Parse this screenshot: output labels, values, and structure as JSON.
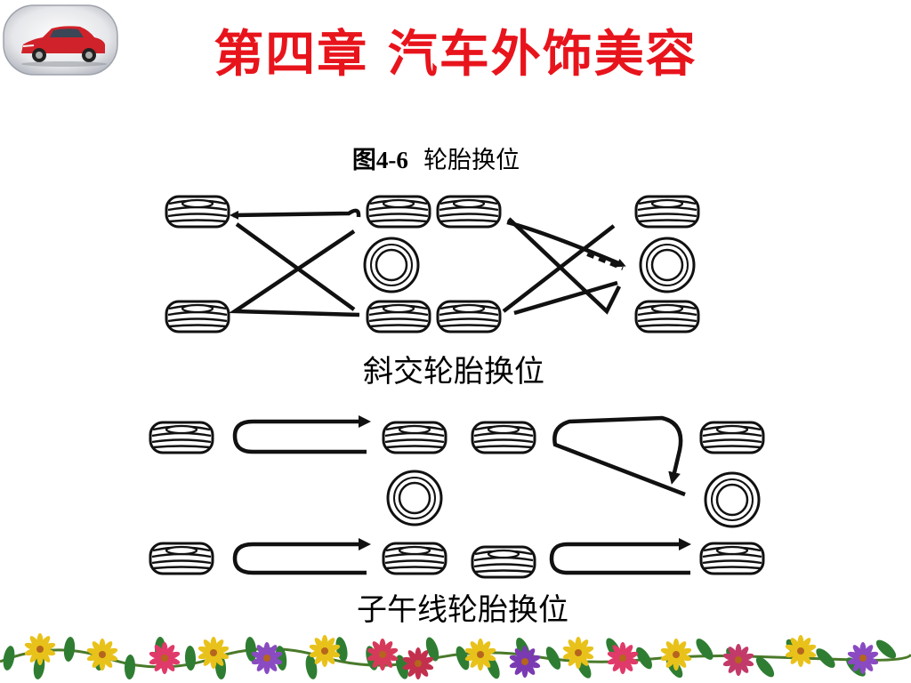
{
  "slide": {
    "title": "第四章  汽车外饰美容",
    "figure_number": "图4-6",
    "figure_title": "轮胎换位",
    "cross_label": "斜交轮胎换位",
    "radial_label": "子午线轮胎换位"
  },
  "colors": {
    "title": "#e8141c",
    "text": "#000000",
    "car_body": "#d0222a"
  },
  "icons": {
    "logo": "red-car-logo",
    "decoration": "flower-garland"
  }
}
